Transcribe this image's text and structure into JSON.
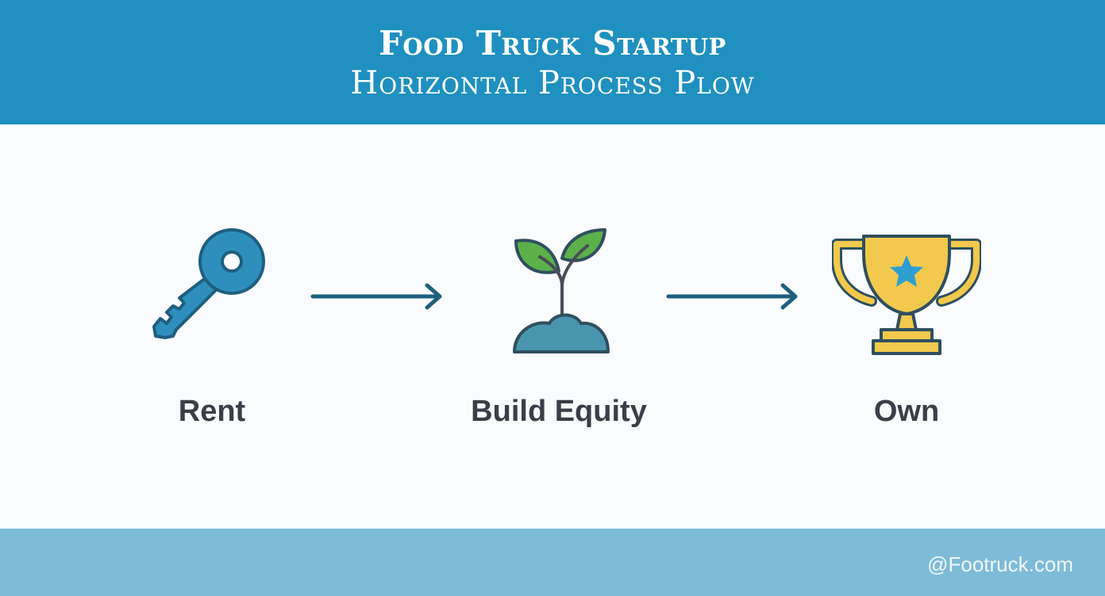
{
  "header": {
    "title_line1": "Food Truck Startup",
    "title_line2": "Horizontal Process Plow"
  },
  "steps": [
    {
      "label": "Rent",
      "icon": "key-icon"
    },
    {
      "label": "Build Equity",
      "icon": "sprout-icon"
    },
    {
      "label": "Own",
      "icon": "trophy-icon"
    }
  ],
  "footer": {
    "credit": "@Footruck.com"
  },
  "colors": {
    "header_bg": "#1f90bf",
    "footer_bg": "#7dbbd8",
    "arrow": "#1e5f7e",
    "key_fill": "#2e8fbd",
    "leaf_green": "#5cb04a",
    "soil": "#4a95ae",
    "trophy_gold": "#f2c94c",
    "star": "#2e9ed0",
    "label_text": "#3a3f47"
  }
}
